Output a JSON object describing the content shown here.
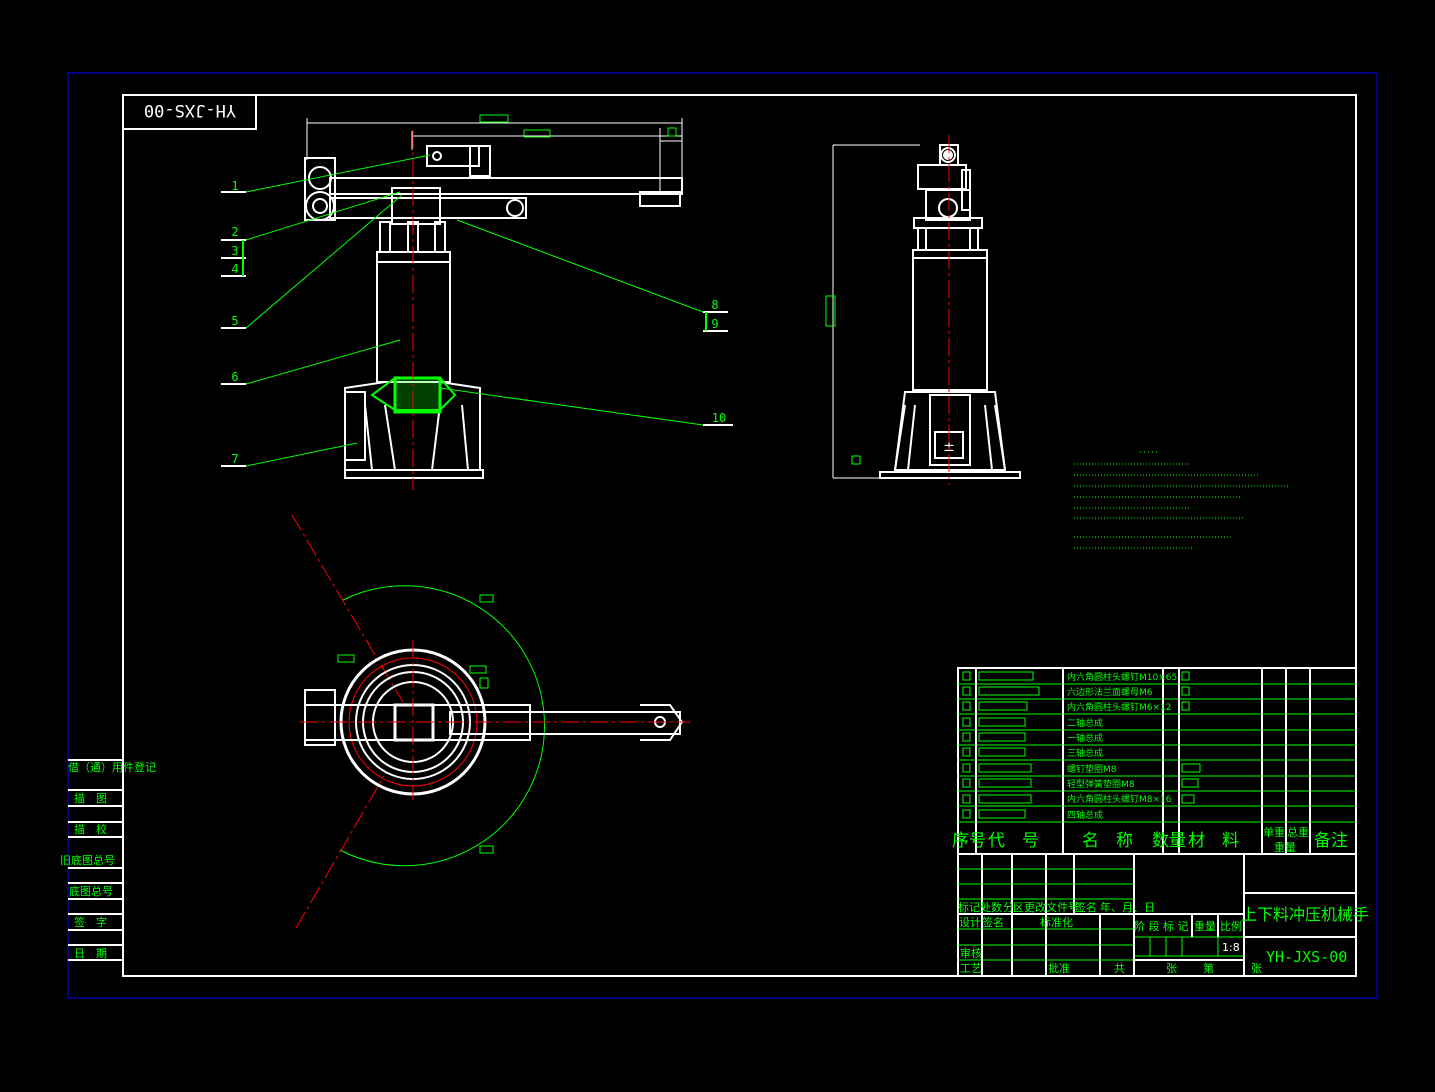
{
  "drawing": {
    "title_main": "上下料冲压机械手",
    "drawing_no": "YH-JXS-00",
    "drawing_no_mirrored": "YH-JXS-00",
    "scale": "1:8"
  },
  "balloons": [
    "1",
    "2",
    "3",
    "4",
    "5",
    "6",
    "7",
    "8",
    "9",
    "10"
  ],
  "bom": {
    "rows": [
      "内六角圆柱头螺钉M10×65",
      "六边形法兰面螺母M6",
      "内六角圆柱头螺钉M6×12",
      "二轴总成",
      "一轴总成",
      "三轴总成",
      "螺钉垫圈M8",
      "轻型弹簧垫圈M8",
      "内六角圆柱头螺钉M8×16",
      "四轴总成"
    ],
    "header": {
      "seq": "序号",
      "code": "代　号",
      "name": "名　称",
      "qty": "数量",
      "material": "材　料",
      "unit_weight": "单重",
      "total_weight": "总重",
      "weight": "重量",
      "remark": "备注"
    }
  },
  "title_block": {
    "mark": "标记",
    "count": "处数",
    "zone": "分",
    "change_doc": "区更改文件号",
    "sign": "签名",
    "date": "年、月、日",
    "design": "设计",
    "standardize_sig": "签名",
    "standardize": "标准化",
    "review": "审核",
    "craft": "工艺",
    "approve": "批准",
    "total": "共",
    "stage_mark": "阶 段 标 记",
    "weight": "重量",
    "scale_label": "比例",
    "sheets": "张",
    "sheet_no": "第",
    "sheet_suffix": "张"
  },
  "side_strip": {
    "registry": "借（通）用件登记",
    "drawer": "描　图",
    "proof": "描　校",
    "old_no": "旧底图总号",
    "base_no": "底图总号",
    "signature": "签　字",
    "date": "日　期"
  },
  "colors": {
    "line": "#ffffff",
    "dim": "#00ff00",
    "center": "#ff0000",
    "frame": "#0000ff",
    "bg": "#000000"
  }
}
